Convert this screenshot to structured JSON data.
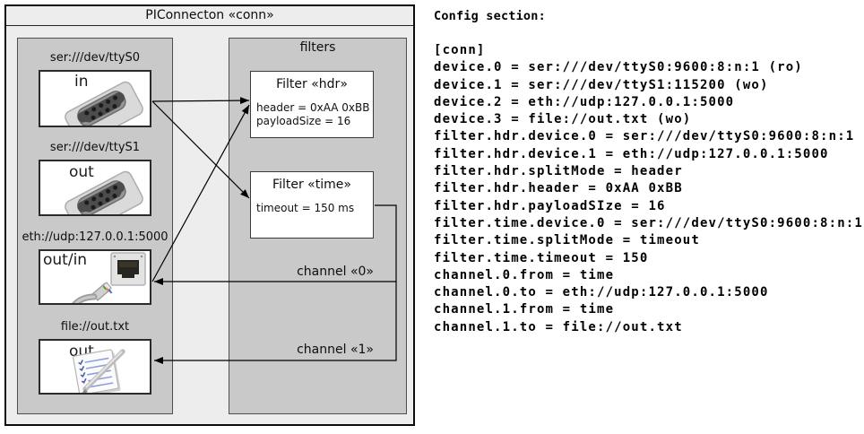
{
  "diagram": {
    "title": "PIConnecton «conn»",
    "filters_group_title": "filters",
    "devices": [
      {
        "label": "ser:///dev/ttyS0",
        "port": "in",
        "icon": "serial-connector"
      },
      {
        "label": "ser:///dev/ttyS1",
        "port": "out",
        "icon": "serial-connector"
      },
      {
        "label": "eth://udp:127.0.0.1:5000",
        "port": "out/in",
        "icon": "ethernet-connector"
      },
      {
        "label": "file://out.txt",
        "port": "out",
        "icon": "notepad-pen"
      }
    ],
    "filters": [
      {
        "title": "Filter «hdr»",
        "properties": [
          "header = 0xAA 0xBB",
          "payloadSize = 16"
        ]
      },
      {
        "title": "Filter «time»",
        "properties": [
          "timeout = 150 ms"
        ]
      }
    ],
    "channels": [
      {
        "label": "channel «0»"
      },
      {
        "label": "channel «1»"
      }
    ]
  },
  "config": {
    "heading": "Config section:",
    "lines": [
      "[conn]",
      "device.0 = ser:///dev/ttyS0:9600:8:n:1 (ro)",
      "device.1 = ser:///dev/ttyS1:115200 (wo)",
      "device.2 = eth://udp:127.0.0.1:5000",
      "device.3 = file://out.txt (wo)",
      "filter.hdr.device.0 = ser:///dev/ttyS0:9600:8:n:1",
      "filter.hdr.device.1 = eth://udp:127.0.0.1:5000",
      "filter.hdr.splitMode = header",
      "filter.hdr.header = 0xAA 0xBB",
      "filter.hdr.payloadSIze = 16",
      "filter.time.device.0 = ser:///dev/ttyS0:9600:8:n:1",
      "filter.time.splitMode = timeout",
      "filter.time.timeout = 150",
      "channel.0.from = time",
      "channel.0.to = eth://udp:127.0.0.1:5000",
      "channel.1.from = time",
      "channel.1.to = file://out.txt"
    ]
  },
  "colors": {
    "outer_fill": "#ededed",
    "group_fill": "#c9c9c9",
    "box_fill": "#ffffff",
    "line": "#000000"
  }
}
